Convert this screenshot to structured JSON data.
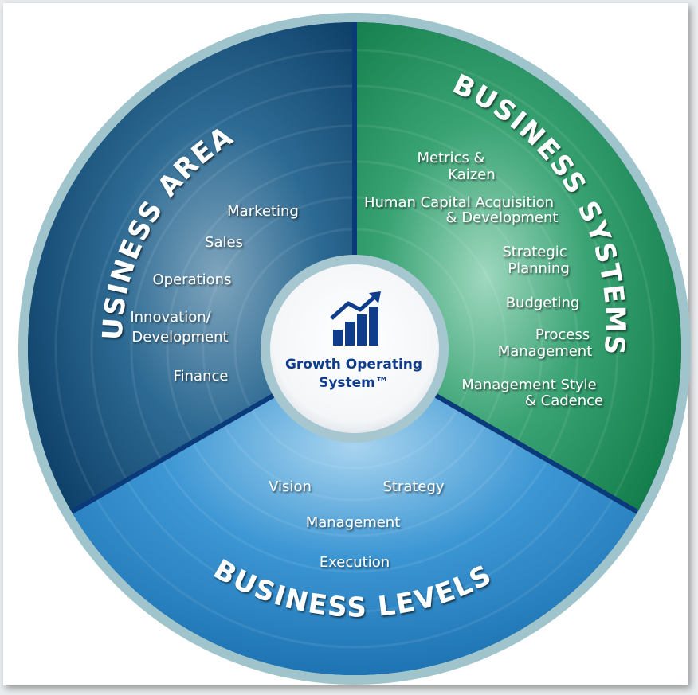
{
  "center": {
    "title_line1": "Growth Operating",
    "title_line2": "System™",
    "icon": "rising-bar-chart-icon"
  },
  "segments": {
    "areas": {
      "title": "BUSINESS AREAS",
      "color": "#0f4775",
      "items": [
        "Marketing",
        "Sales",
        "Operations",
        "Innovation/",
        "Development",
        "Finance"
      ]
    },
    "systems": {
      "title": "BUSINESS SYSTEMS",
      "color": "#1a8a56",
      "items": [
        "Metrics &",
        "Kaizen",
        "Human Capital Acquisition",
        "& Development",
        "Strategic",
        "Planning",
        "Budgeting",
        "Process",
        "Management",
        "Management Style",
        "& Cadence"
      ]
    },
    "levels": {
      "title": "BUSINESS LEVELS",
      "color": "#1f7fc4",
      "items": [
        "Vision",
        "Strategy",
        "Management",
        "Execution"
      ]
    }
  },
  "colors": {
    "ring": "#9fc4cc",
    "divider": "#0b3a7a",
    "center_text": "#0f3d8c"
  }
}
